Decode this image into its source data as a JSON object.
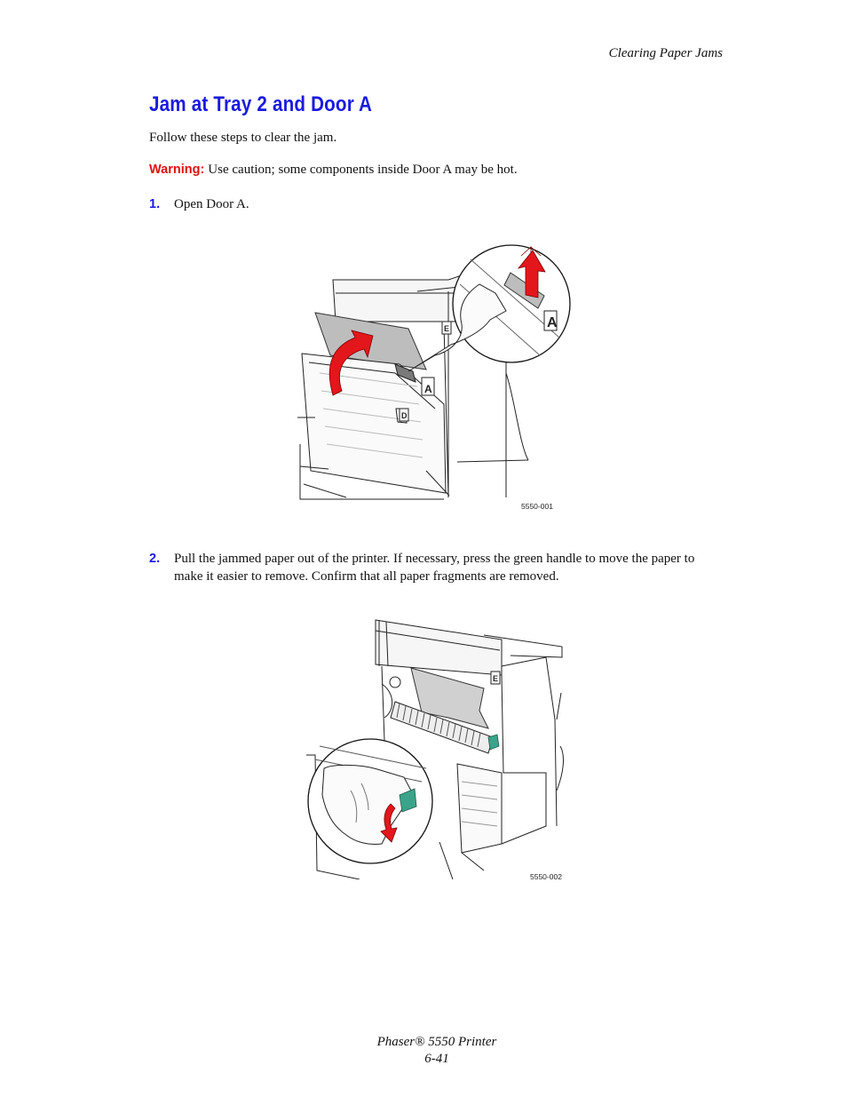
{
  "header": {
    "section": "Clearing Paper Jams"
  },
  "title": "Jam at Tray 2 and Door A",
  "intro": "Follow these steps to clear the jam.",
  "warning": {
    "label": "Warning:",
    "text": "Use caution; some components inside Door A may be hot."
  },
  "steps": [
    {
      "number": "1.",
      "text": "Open Door A."
    },
    {
      "number": "2.",
      "text": "Pull the jammed paper out of the printer. If necessary, press the green handle to move the paper to make it easier to remove. Confirm that all paper fragments are removed."
    }
  ],
  "figures": [
    {
      "code": "5550-001",
      "labels": {
        "door_a": "A",
        "door_a_zoom": "A",
        "door_e": "E",
        "door_d": "D"
      }
    },
    {
      "code": "5550-002",
      "labels": {
        "door_e": "E"
      }
    }
  ],
  "colors": {
    "heading": "#1a1adf",
    "warning": "#e01010",
    "arrow": "#e3161c",
    "handle": "#3aa48a"
  },
  "footer": {
    "product": "Phaser® 5550 Printer",
    "page": "6-41"
  }
}
